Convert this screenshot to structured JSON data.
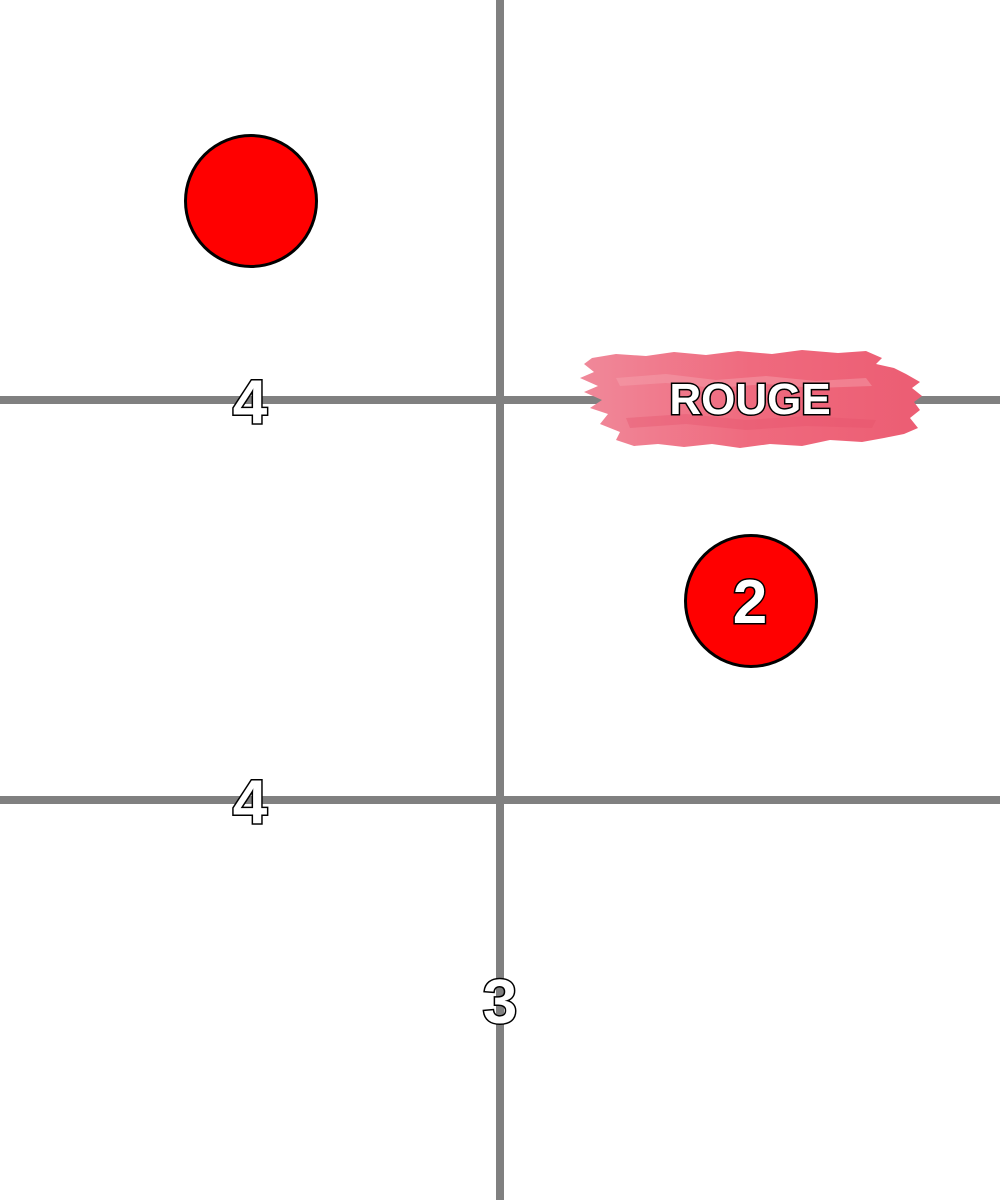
{
  "colors": {
    "background": "#ffffff",
    "grid_line": "#808080",
    "circle_fill": "#ff0000",
    "circle_outline": "#000000",
    "brush_fill": "#ef6f80",
    "number_fill": "#ffffff",
    "number_outline": "#000000"
  },
  "board": {
    "cell_numbers": {
      "upper_left": "4",
      "lower_left": "4",
      "bottom_center": "3"
    },
    "circles": {
      "upper_left": {
        "label": ""
      },
      "right": {
        "label": "2"
      }
    },
    "label": {
      "text": "ROUGE",
      "style": "brush-stroke"
    }
  }
}
